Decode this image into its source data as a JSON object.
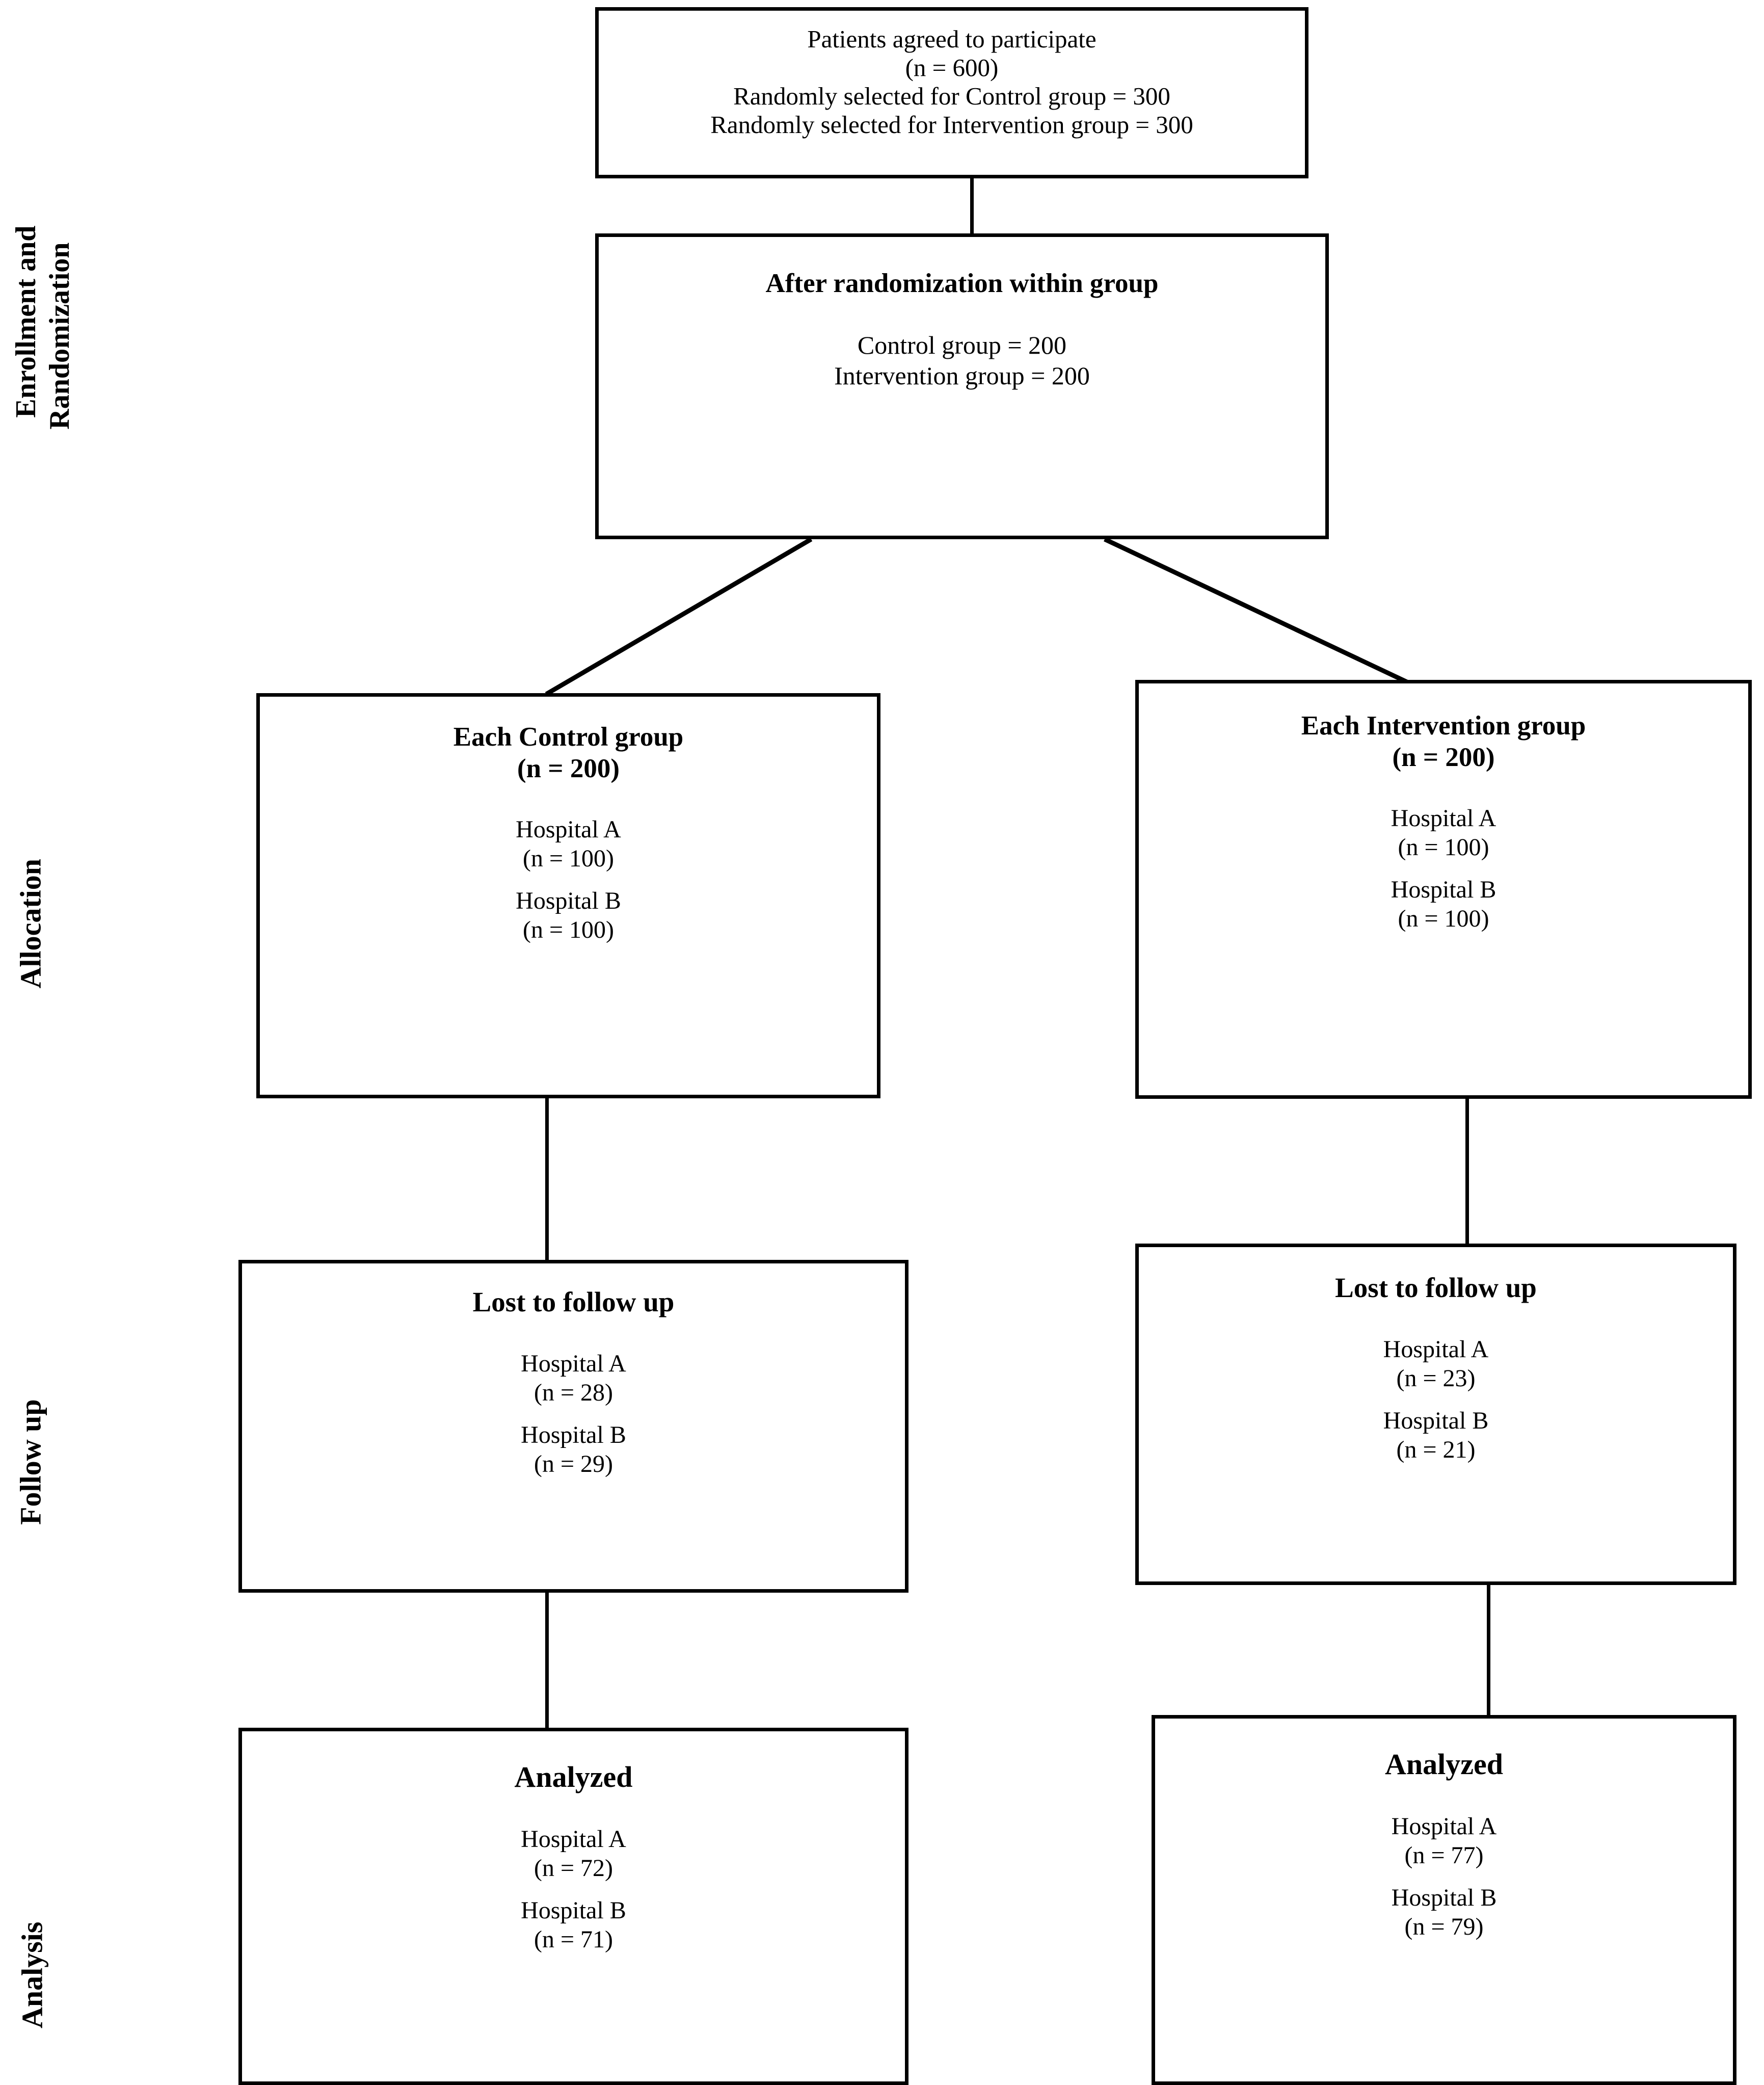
{
  "diagram": {
    "type": "consort-flow-diagram",
    "title": "Enrollment, Allocation, Follow up and Analysis flow diagram",
    "line_color": "#000000",
    "background_color": "#ffffff"
  },
  "stages": [
    {
      "id": "enrollment",
      "label": "Enrollment and\nRandomization"
    },
    {
      "id": "allocation",
      "label": "Allocation"
    },
    {
      "id": "followup",
      "label": "Follow up"
    },
    {
      "id": "analysis",
      "label": "Analysis"
    }
  ],
  "boxes": {
    "enrollment": {
      "id": "patients-agreed",
      "lines": [
        "Patients agreed to participate",
        "(n = 600)",
        "Randomly selected for Control group = 300",
        "Randomly selected for Intervention group = 300"
      ]
    },
    "randomization": {
      "id": "after-randomization",
      "heading": "After randomization within group",
      "lines": [
        "Control group = 200",
        "Intervention group = 200"
      ]
    },
    "allocation_control": {
      "id": "each-control-group",
      "heading": "Each Control group",
      "heading2": "(n = 200)",
      "site_a_name": "Hospital A",
      "site_a_n": "(n = 100)",
      "site_b_name": "Hospital B",
      "site_b_n": "(n = 100)"
    },
    "allocation_intervention": {
      "id": "each-intervention-group",
      "heading": "Each Intervention group",
      "heading2": "(n = 200)",
      "site_a_name": "Hospital A",
      "site_a_n": "(n = 100)",
      "site_b_name": "Hospital B",
      "site_b_n": "(n = 100)"
    },
    "followup_control": {
      "id": "lost-to-follow-up-control",
      "heading": "Lost to follow up",
      "site_a_name": "Hospital A",
      "site_a_n": "(n = 28)",
      "site_b_name": "Hospital B",
      "site_b_n": "(n = 29)"
    },
    "followup_intervention": {
      "id": "lost-to-follow-up-intervention",
      "heading": "Lost to follow up",
      "site_a_name": "Hospital A",
      "site_a_n": "(n = 23)",
      "site_b_name": "Hospital B",
      "site_b_n": "(n = 21)"
    },
    "analysis_control": {
      "id": "analyzed-control",
      "heading": "Analyzed",
      "site_a_name": "Hospital A",
      "site_a_n": "(n = 72)",
      "site_b_name": "Hospital B",
      "site_b_n": "(n = 71)"
    },
    "analysis_intervention": {
      "id": "analyzed-intervention",
      "heading": "Analyzed",
      "site_a_name": "Hospital A",
      "site_a_n": "(n = 77)",
      "site_b_name": "Hospital B",
      "site_b_n": "(n = 79)"
    }
  },
  "chart_data": {
    "type": "flowchart",
    "title": "CONSORT participant flow",
    "nodes": [
      {
        "id": "enrolled",
        "stage": "Enrollment and Randomization",
        "label": "Patients agreed to participate",
        "n": 600,
        "details": [
          {
            "label": "Randomly selected for Control group",
            "value": 300
          },
          {
            "label": "Randomly selected for Intervention group",
            "value": 300
          }
        ]
      },
      {
        "id": "randomized",
        "stage": "Enrollment and Randomization",
        "label": "After randomization within group",
        "details": [
          {
            "label": "Control group",
            "value": 200
          },
          {
            "label": "Intervention group",
            "value": 200
          }
        ]
      },
      {
        "id": "alloc_control",
        "stage": "Allocation",
        "label": "Each Control group",
        "n": 200,
        "details": [
          {
            "label": "Hospital A",
            "value": 100
          },
          {
            "label": "Hospital B",
            "value": 100
          }
        ]
      },
      {
        "id": "alloc_intervention",
        "stage": "Allocation",
        "label": "Each Intervention group",
        "n": 200,
        "details": [
          {
            "label": "Hospital A",
            "value": 100
          },
          {
            "label": "Hospital B",
            "value": 100
          }
        ]
      },
      {
        "id": "lost_control",
        "stage": "Follow up",
        "label": "Lost to follow up",
        "details": [
          {
            "label": "Hospital A",
            "value": 28
          },
          {
            "label": "Hospital B",
            "value": 29
          }
        ]
      },
      {
        "id": "lost_intervention",
        "stage": "Follow up",
        "label": "Lost to follow up",
        "details": [
          {
            "label": "Hospital A",
            "value": 23
          },
          {
            "label": "Hospital B",
            "value": 21
          }
        ]
      },
      {
        "id": "analyzed_control",
        "stage": "Analysis",
        "label": "Analyzed",
        "details": [
          {
            "label": "Hospital A",
            "value": 72
          },
          {
            "label": "Hospital B",
            "value": 71
          }
        ]
      },
      {
        "id": "analyzed_intervention",
        "stage": "Analysis",
        "label": "Analyzed",
        "details": [
          {
            "label": "Hospital A",
            "value": 77
          },
          {
            "label": "Hospital B",
            "value": 79
          }
        ]
      }
    ],
    "edges": [
      {
        "from": "enrolled",
        "to": "randomized",
        "style": "vertical"
      },
      {
        "from": "randomized",
        "to": "alloc_control",
        "style": "diagonal"
      },
      {
        "from": "randomized",
        "to": "alloc_intervention",
        "style": "diagonal"
      },
      {
        "from": "alloc_control",
        "to": "lost_control",
        "style": "vertical"
      },
      {
        "from": "alloc_intervention",
        "to": "lost_intervention",
        "style": "vertical"
      },
      {
        "from": "lost_control",
        "to": "analyzed_control",
        "style": "vertical"
      },
      {
        "from": "lost_intervention",
        "to": "analyzed_intervention",
        "style": "vertical"
      }
    ]
  }
}
